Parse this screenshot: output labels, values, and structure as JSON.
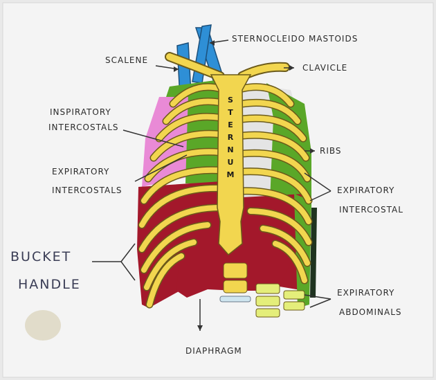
{
  "labels": {
    "sternocleido": "STERNOCLEIDO MASTOIDS",
    "scalene": "SCALENE",
    "clavicle": "CLAVICLE",
    "inspiratory_1": "INSPIRATORY",
    "inspiratory_2": "INTERCOSTALS",
    "ribs": "RIBS",
    "expiratory_left_1": "EXPIRATORY",
    "expiratory_left_2": "INTERCOSTALS",
    "expiratory_right_1": "EXPIRATORY",
    "expiratory_right_2": "INTERCOSTAL",
    "bucket_1": "BUCKET",
    "bucket_2": "HANDLE",
    "abdominals_1": "EXPIRATORY",
    "abdominals_2": "ABDOMINALS",
    "diaphragm": "DIAPHRAGM"
  },
  "sternum_letters": [
    "S",
    "T",
    "E",
    "R",
    "N",
    "U",
    "M"
  ],
  "colors": {
    "bone": "#f2d64f",
    "bone_outline": "#6b5a1a",
    "green_muscle": "#5aa728",
    "pink_muscle": "#e98ad6",
    "red_muscle": "#a3182b",
    "blue_muscle": "#2e8fd6",
    "spine_light": "#e4ee7a"
  }
}
